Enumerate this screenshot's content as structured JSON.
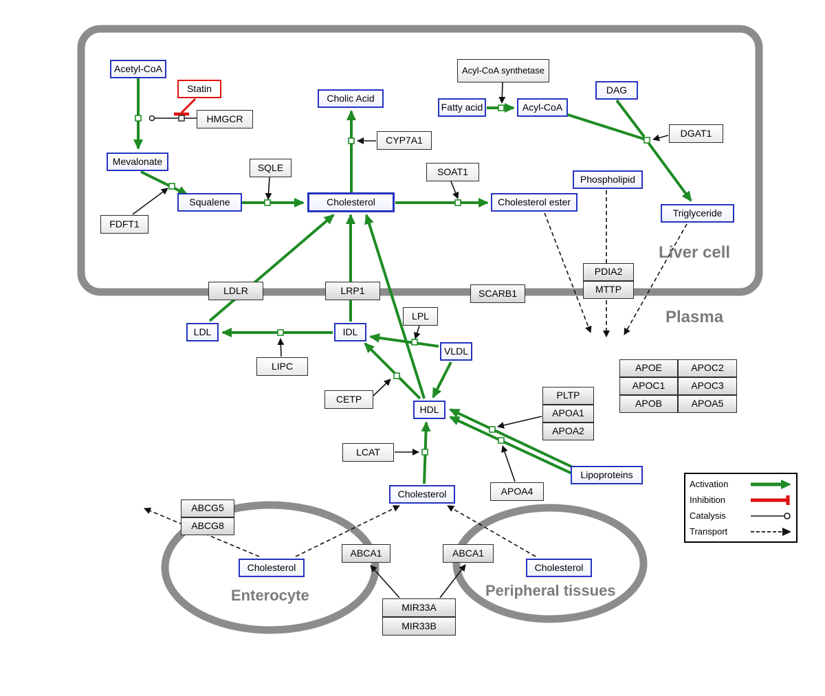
{
  "regions": {
    "liver": "Liver cell",
    "plasma": "Plasma",
    "enterocyte": "Enterocyte",
    "peripheral": "Peripheral tissues"
  },
  "metabolites": {
    "acetyl_coa": "Acetyl-CoA",
    "mevalonate": "Mevalonate",
    "squalene": "Squalene",
    "cholesterol_liver": "Cholesterol",
    "cholic_acid": "Cholic Acid",
    "fatty_acid": "Fatty acid",
    "acyl_coa": "Acyl-CoA",
    "dag": "DAG",
    "phospholipid": "Phospholipid",
    "cholesterol_ester": "Cholesterol ester",
    "triglyceride": "Triglyceride",
    "ldl": "LDL",
    "idl": "IDL",
    "vldl": "VLDL",
    "hdl": "HDL",
    "lipoproteins": "Lipoproteins",
    "cholesterol_plasma": "Cholesterol",
    "cholesterol_enterocyte": "Cholesterol",
    "cholesterol_peripheral": "Cholesterol"
  },
  "drugs": {
    "statin": "Statin"
  },
  "enzymes": {
    "hmgcr": "HMGCR",
    "sqle": "SQLE",
    "fdft1": "FDFT1",
    "cyp7a1": "CYP7A1",
    "soat1": "SOAT1",
    "acyl_coa_synthetase": "Acyl-CoA synthetase",
    "dgat1": "DGAT1",
    "lipc": "LIPC",
    "lpl": "LPL",
    "cetp": "CETP",
    "lcat": "LCAT",
    "apoa4": "APOA4",
    "ldlr": "LDLR",
    "lrp1": "LRP1",
    "scarb1": "SCARB1",
    "pdia2": "PDIA2",
    "mttp": "MTTP",
    "pltp": "PLTP",
    "apoa1": "APOA1",
    "apoa2": "APOA2",
    "abcg5": "ABCG5",
    "abcg8": "ABCG8",
    "abca1_left": "ABCA1",
    "abca1_right": "ABCA1",
    "mir33a": "MIR33A",
    "mir33b": "MIR33B"
  },
  "apo_table": [
    [
      "APOE",
      "APOC2"
    ],
    [
      "APOC1",
      "APOC3"
    ],
    [
      "APOB",
      "APOA5"
    ]
  ],
  "legend": {
    "activation": "Activation",
    "inhibition": "Inhibition",
    "catalysis": "Catalysis",
    "transport": "Transport"
  },
  "colors": {
    "activation": "#1f8b24",
    "inhibition": "#e01010",
    "metabolite_border": "#2433c0",
    "membrane": "#8c8c8c"
  }
}
